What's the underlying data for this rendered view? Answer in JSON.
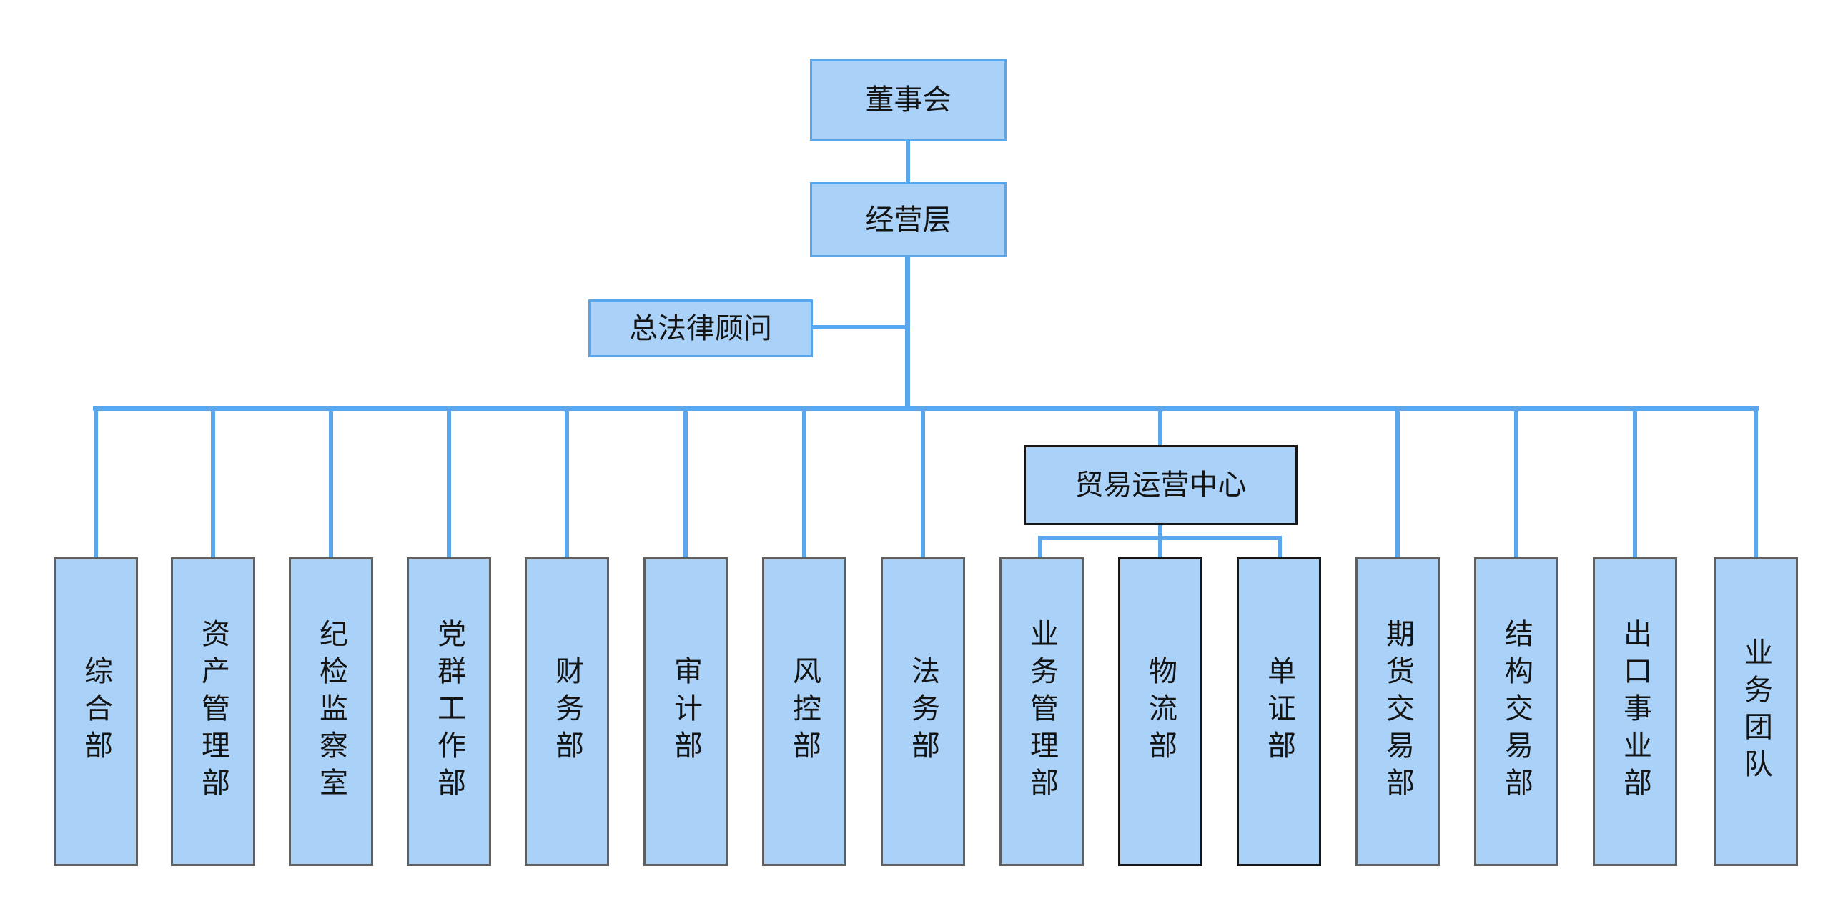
{
  "palette": {
    "node-fill": "#aad1f7",
    "border-blue": "#58a6ec",
    "border-gray": "#5f5f5f",
    "border-black": "#161616",
    "connector": "#5aa7ee",
    "text": "#141414",
    "bg": "#ffffff"
  },
  "org_chart": {
    "root": {
      "label": "董事会"
    },
    "management": {
      "label": "经营层"
    },
    "counsel": {
      "label": "总法律顾问"
    },
    "trade_center": {
      "label": "贸易运营中心",
      "children_indices": [
        8,
        9,
        10
      ]
    },
    "departments": [
      {
        "label": "综合部",
        "border": "gray"
      },
      {
        "label": "资产管理部",
        "border": "gray"
      },
      {
        "label": "纪检监察室",
        "border": "gray"
      },
      {
        "label": "党群工作部",
        "border": "gray"
      },
      {
        "label": "财务部",
        "border": "gray"
      },
      {
        "label": "审计部",
        "border": "gray"
      },
      {
        "label": "风控部",
        "border": "gray"
      },
      {
        "label": "法务部",
        "border": "gray"
      },
      {
        "label": "业务管理部",
        "border": "gray"
      },
      {
        "label": "物流部",
        "border": "black"
      },
      {
        "label": "单证部",
        "border": "black"
      },
      {
        "label": "期货交易部",
        "border": "gray"
      },
      {
        "label": "结构交易部",
        "border": "gray"
      },
      {
        "label": "出口事业部",
        "border": "gray"
      },
      {
        "label": "业务团队",
        "border": "gray"
      }
    ]
  }
}
